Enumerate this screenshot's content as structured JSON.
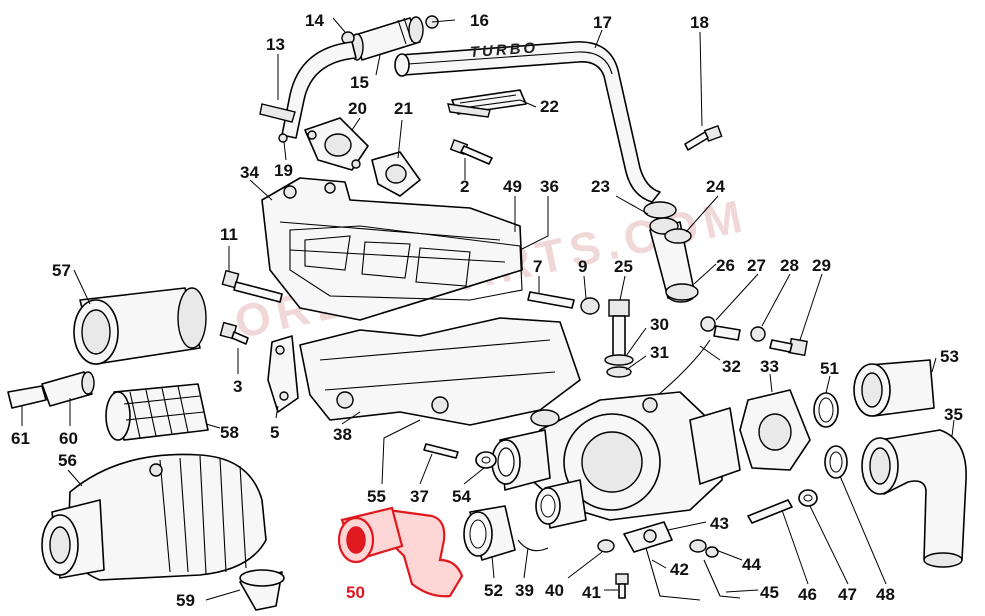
{
  "diagram": {
    "highlighted_part": "50",
    "highlight_color": "#e0191f",
    "pipe_lettering": "TURBO",
    "labels": [
      {
        "id": "1",
        "text": "13"
      },
      {
        "id": "2",
        "text": "14"
      },
      {
        "id": "3",
        "text": "15"
      },
      {
        "id": "4",
        "text": "16"
      },
      {
        "id": "5",
        "text": "17"
      },
      {
        "id": "6",
        "text": "18"
      },
      {
        "id": "7",
        "text": "19"
      },
      {
        "id": "8",
        "text": "20"
      },
      {
        "id": "9",
        "text": "21"
      },
      {
        "id": "10",
        "text": "22"
      },
      {
        "id": "11",
        "text": "2"
      },
      {
        "id": "12",
        "text": "34"
      },
      {
        "id": "13",
        "text": "49"
      },
      {
        "id": "14",
        "text": "36"
      },
      {
        "id": "15",
        "text": "23"
      },
      {
        "id": "16",
        "text": "24"
      },
      {
        "id": "17",
        "text": "11"
      },
      {
        "id": "18",
        "text": "7"
      },
      {
        "id": "19",
        "text": "9"
      },
      {
        "id": "20",
        "text": "25"
      },
      {
        "id": "21",
        "text": "26"
      },
      {
        "id": "22",
        "text": "27"
      },
      {
        "id": "23",
        "text": "28"
      },
      {
        "id": "24",
        "text": "29"
      },
      {
        "id": "25",
        "text": "57"
      },
      {
        "id": "26",
        "text": "30"
      },
      {
        "id": "27",
        "text": "31"
      },
      {
        "id": "28",
        "text": "32"
      },
      {
        "id": "29",
        "text": "33"
      },
      {
        "id": "30",
        "text": "51"
      },
      {
        "id": "31",
        "text": "53"
      },
      {
        "id": "32",
        "text": "3"
      },
      {
        "id": "33",
        "text": "5"
      },
      {
        "id": "34",
        "text": "38"
      },
      {
        "id": "35",
        "text": "61"
      },
      {
        "id": "36",
        "text": "60"
      },
      {
        "id": "37",
        "text": "58"
      },
      {
        "id": "38",
        "text": "35"
      },
      {
        "id": "39",
        "text": "56"
      },
      {
        "id": "40",
        "text": "55"
      },
      {
        "id": "41",
        "text": "37"
      },
      {
        "id": "42",
        "text": "54"
      },
      {
        "id": "43",
        "text": "43"
      },
      {
        "id": "44",
        "text": "44"
      },
      {
        "id": "45",
        "text": "46"
      },
      {
        "id": "46",
        "text": "47"
      },
      {
        "id": "47",
        "text": "48"
      },
      {
        "id": "48",
        "text": "50"
      },
      {
        "id": "49",
        "text": "52"
      },
      {
        "id": "50",
        "text": "39"
      },
      {
        "id": "51",
        "text": "40"
      },
      {
        "id": "52",
        "text": "41"
      },
      {
        "id": "53",
        "text": "42"
      },
      {
        "id": "54",
        "text": "45"
      },
      {
        "id": "55",
        "text": "59"
      }
    ]
  }
}
